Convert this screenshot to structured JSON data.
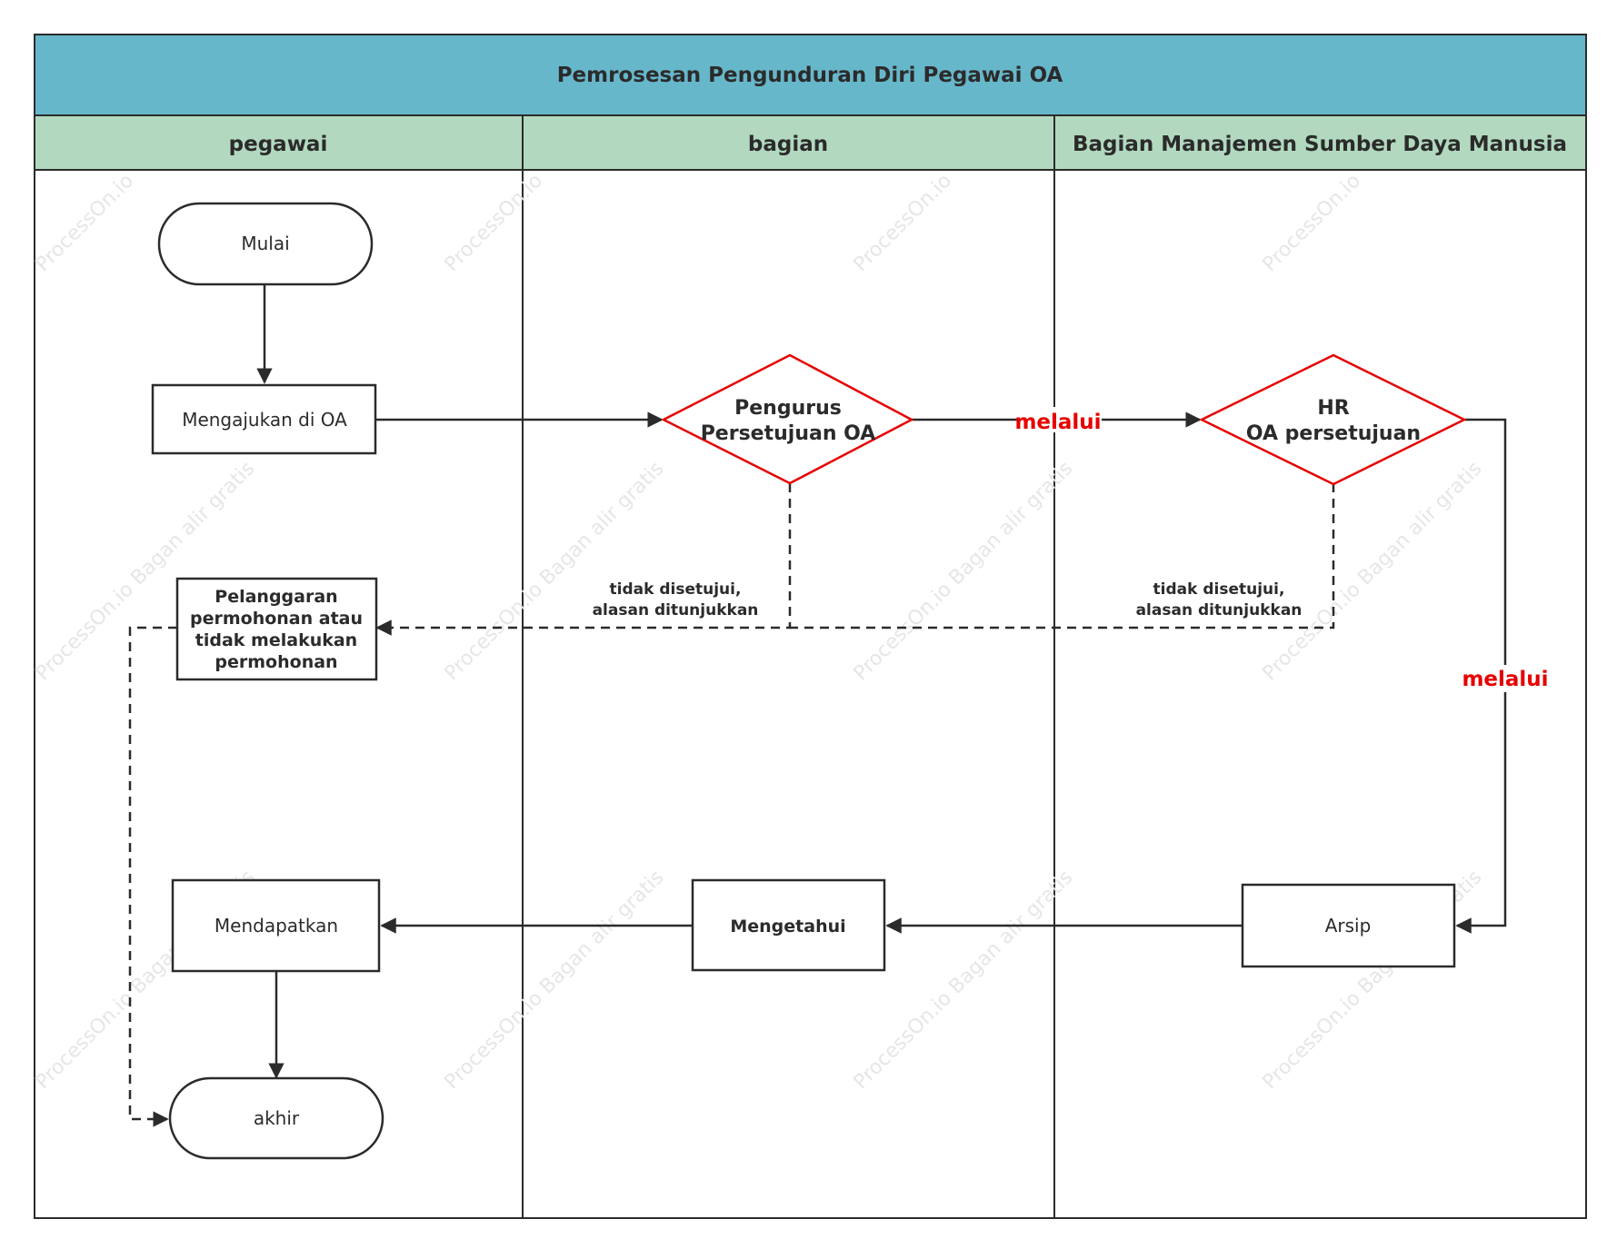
{
  "title": "Pemrosesan Pengunduran Diri Pegawai OA",
  "lanes": [
    {
      "label": "pegawai"
    },
    {
      "label": "bagian"
    },
    {
      "label": "Bagian Manajemen Sumber Daya Manusia"
    }
  ],
  "nodes": {
    "start": {
      "label": "Mulai"
    },
    "submit": {
      "label": "Mengajukan di OA"
    },
    "violation": {
      "lines": [
        "Pelanggaran",
        "permohonan atau",
        "tidak melakukan",
        "permohonan"
      ]
    },
    "obtain": {
      "label": "Mendapatkan"
    },
    "end": {
      "label": "akhir"
    },
    "manager_approval": {
      "lines": [
        "Pengurus",
        "Persetujuan OA"
      ]
    },
    "acknowledge": {
      "label": "Mengetahui"
    },
    "hr_approval": {
      "lines": [
        "HR",
        "OA persetujuan"
      ]
    },
    "archive": {
      "label": "Arsip"
    }
  },
  "edges": {
    "via_1": "melalui",
    "via_2": "melalui",
    "rejected_1": [
      "tidak disetujui,",
      "alasan ditunjukkan"
    ],
    "rejected_2": [
      "tidak disetujui,",
      "alasan ditunjukkan"
    ]
  },
  "watermark": {
    "short": "ProcessOn.io",
    "long": "ProcessOn.io Bagan alir gratis"
  },
  "colors": {
    "title_bar": "#67b7cb",
    "lane_header": "#b2d9bf",
    "stroke": "#2b2b2b",
    "decision_stroke": "#e60000",
    "via_label": "#e60000"
  }
}
